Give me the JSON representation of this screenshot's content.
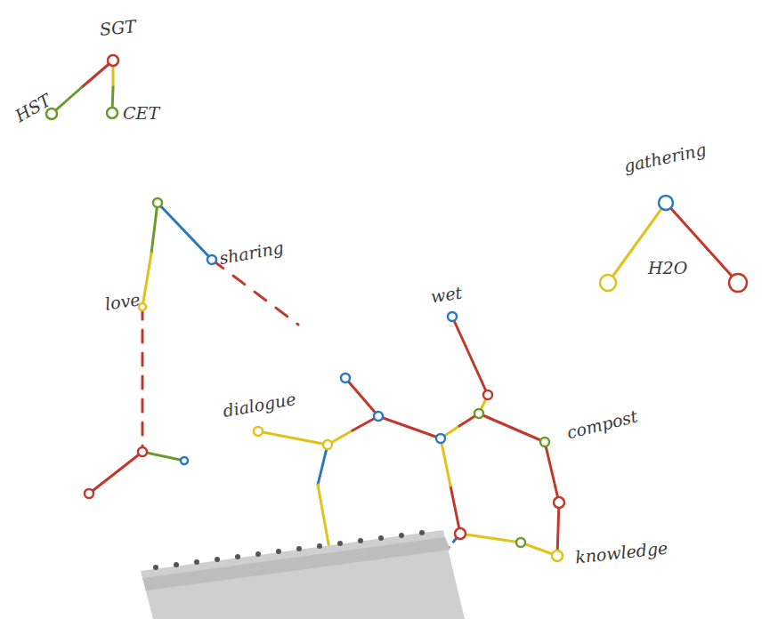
{
  "diagram": {
    "labels": [
      "SGT",
      "HST",
      "CET",
      "sharing",
      "love",
      "gathering",
      "H2O",
      "wet",
      "dialogue",
      "compost",
      "knowledge"
    ]
  }
}
